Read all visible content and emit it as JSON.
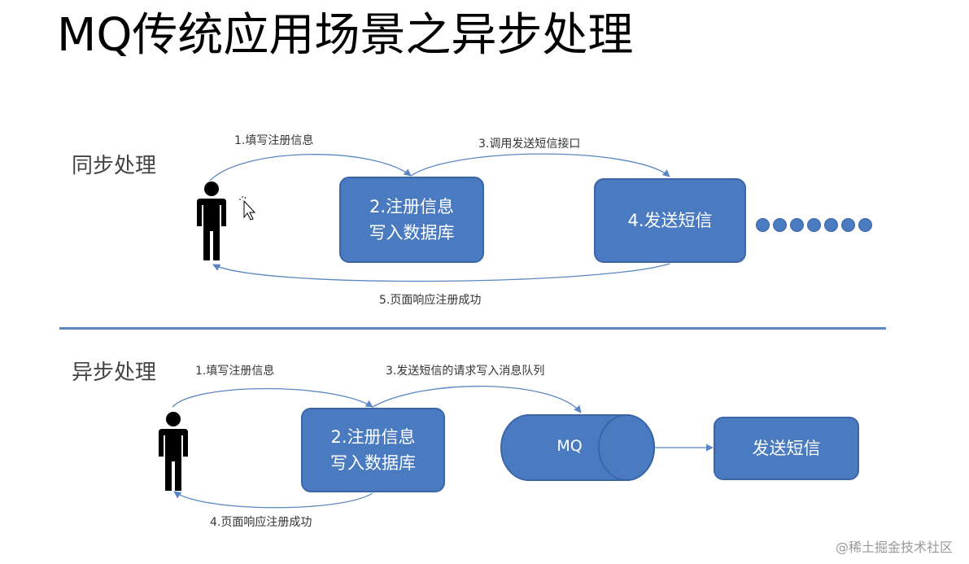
{
  "title": "MQ传统应用场景之异步处理",
  "sync": {
    "label": "同步处理",
    "step1": "1.填写注册信息",
    "step3": "3.调用发送短信接口",
    "box_db_line1": "2.注册信息",
    "box_db_line2": "写入数据库",
    "box_sms": "4.发送短信",
    "step5": "5.页面响应注册成功"
  },
  "async": {
    "label": "异步处理",
    "step1": "1.填写注册信息",
    "step3": "3.发送短信的请求写入消息队列",
    "box_db_line1": "2.注册信息",
    "box_db_line2": "写入数据库",
    "mq": "MQ",
    "box_sms": "发送短信",
    "step4": "4.页面响应注册成功"
  },
  "watermark": "@稀土掘金技术社区",
  "colors": {
    "box_fill": "#4a7ac0",
    "box_border": "#3a66a8",
    "line": "#5a86c2"
  }
}
